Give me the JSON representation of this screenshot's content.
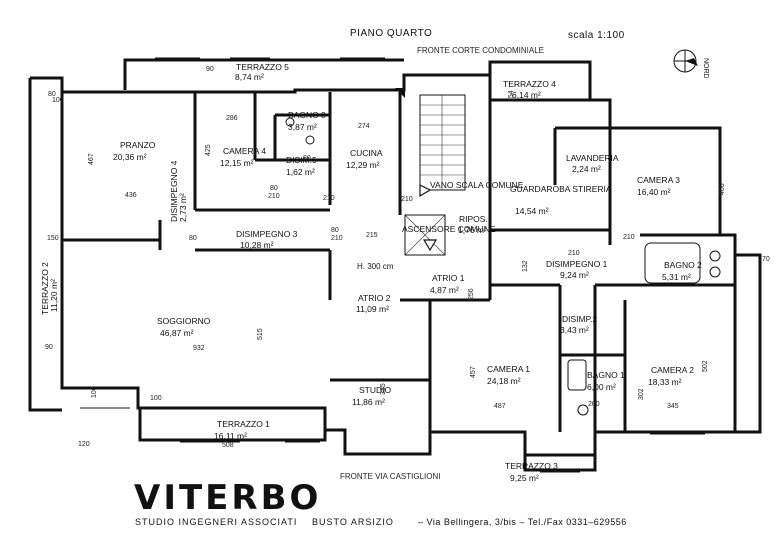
{
  "header": {
    "title": "PIANO QUARTO",
    "scale": "scala 1:100",
    "front_top": "FRONTE CORTE CONDOMINIALE",
    "front_bottom": "FRONTE VIA CASTIGLIONI",
    "compass": "NORD",
    "height_note": "H. 300 cm"
  },
  "rooms": [
    {
      "name": "PRANZO",
      "area": "20,36 m²"
    },
    {
      "name": "CAMERA 4",
      "area": "12,15 m²"
    },
    {
      "name": "BAGNO 3",
      "area": "3,87 m²"
    },
    {
      "name": "DISIM.5",
      "area": "1,62 m²"
    },
    {
      "name": "CUCINA",
      "area": "12,29 m²"
    },
    {
      "name": "TERRAZZO 5",
      "area": "8,74 m²"
    },
    {
      "name": "TERRAZZO 4",
      "area": "6,14 m²"
    },
    {
      "name": "LAVANDERIA",
      "area": "2,24 m²"
    },
    {
      "name": "CAMERA 3",
      "area": "16,40 m²"
    },
    {
      "name": "GUARDAROBA STIRERIA",
      "area": "14,54 m²"
    },
    {
      "name": "VANO SCALA COMUNE",
      "area": ""
    },
    {
      "name": "RIPOS.",
      "area": "1,76 m²"
    },
    {
      "name": "ASCENSORE COMUNE",
      "area": ""
    },
    {
      "name": "DISIMPEGNO 3",
      "area": "10,28 m²"
    },
    {
      "name": "DISIMPEGNO 4",
      "area": "2,73 m²"
    },
    {
      "name": "ATRIO 1",
      "area": "4,87 m²"
    },
    {
      "name": "DISIMPEGNO 1",
      "area": "9,24 m²"
    },
    {
      "name": "BAGNO 2",
      "area": "5,31 m²"
    },
    {
      "name": "SOGGIORNO",
      "area": "46,87 m²"
    },
    {
      "name": "ATRIO 2",
      "area": "11,09 m²"
    },
    {
      "name": "DISIMP.2",
      "area": "3,43 m²"
    },
    {
      "name": "CAMERA 1",
      "area": "24,18 m²"
    },
    {
      "name": "BAGNO 1",
      "area": "6,00 m²"
    },
    {
      "name": "CAMERA 2",
      "area": "18,33 m²"
    },
    {
      "name": "STUDIO",
      "area": "11,86 m²"
    },
    {
      "name": "TERRAZZO 2",
      "area": "11,20 m²"
    },
    {
      "name": "TERRAZZO 1",
      "area": "16,11 m²"
    },
    {
      "name": "TERRAZZO 3",
      "area": "9,25 m²"
    }
  ],
  "dimensions": [
    "90",
    "100",
    "286",
    "274",
    "467",
    "425",
    "436",
    "400",
    "150",
    "215",
    "256",
    "932",
    "515",
    "457",
    "487",
    "345",
    "502",
    "302",
    "200",
    "335",
    "508",
    "154",
    "132",
    "100",
    "90",
    "210",
    "210",
    "210",
    "210",
    "210",
    "210",
    "80",
    "80",
    "80",
    "80",
    "80",
    "70",
    "100",
    "120"
  ],
  "title_block": {
    "logo": "VITERBO",
    "studio": "STUDIO INGEGNERI ASSOCIATI",
    "city": "BUSTO ARSIZIO",
    "address": "– Via Bellingera, 3/bis – Tel./Fax 0331–629556"
  }
}
